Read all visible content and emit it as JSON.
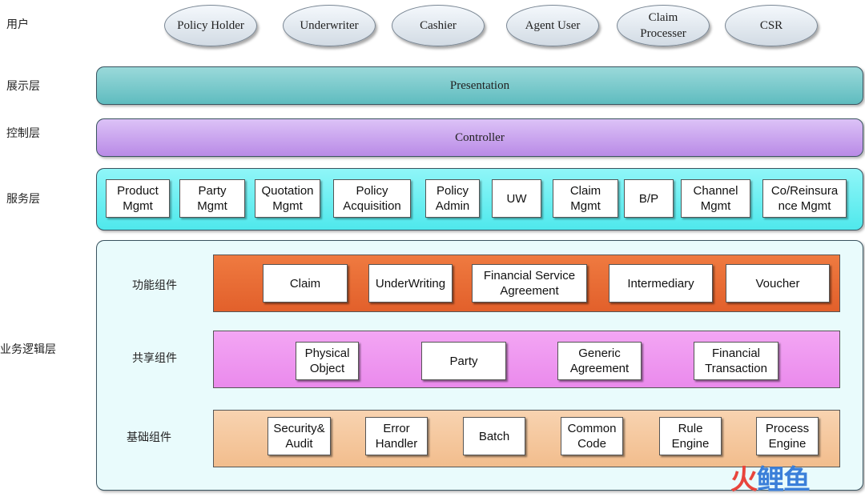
{
  "layers": {
    "users": "用户",
    "presentation": "展示层",
    "control": "控制层",
    "service": "服务层",
    "business": "业务逻辑层"
  },
  "users": [
    "Policy Holder",
    "Underwriter",
    "Cashier",
    "Agent User",
    "Claim\nProcesser",
    "CSR"
  ],
  "presentation_label": "Presentation",
  "controller_label": "Controller",
  "services": [
    "Product\nMgmt",
    "Party\nMgmt",
    "Quotation\nMgmt",
    "Policy\nAcquisition",
    "Policy\nAdmin",
    "UW",
    "Claim\nMgmt",
    "B/P",
    "Channel\nMgmt",
    "Co/Reinsura\nnce Mgmt"
  ],
  "business": {
    "functional": {
      "label": "功能组件",
      "items": [
        "Claim",
        "UnderWriting",
        "Financial  Service\nAgreement",
        "Intermediary",
        "Voucher"
      ]
    },
    "shared": {
      "label": "共享组件",
      "items": [
        "Physical\nObject",
        "Party",
        "Generic\nAgreement",
        "Financial\nTransaction"
      ]
    },
    "base": {
      "label": "基础组件",
      "items": [
        "Security&\nAudit",
        "Error\nHandler",
        "Batch",
        "Common\nCode",
        "Rule\nEngine",
        "Process\nEngine"
      ]
    }
  },
  "watermark": "火鲤鱼",
  "colors": {
    "presentation": "#6dc5c7",
    "controller": "#c8a2ee",
    "service": "#6ff0f3",
    "business_bg": "#e9fbfc",
    "functional": "#e96c33",
    "shared": "#ee96f0",
    "base": "#f5c69c",
    "watermark_red": "#e8453c",
    "watermark_blue": "#3b7fd9"
  }
}
